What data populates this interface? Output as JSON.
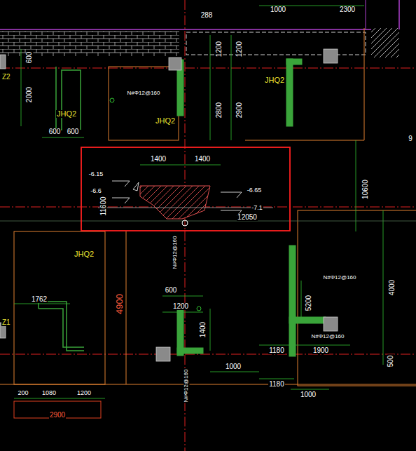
{
  "diagram": {
    "labels": [
      "288",
      "1000",
      "2300",
      "600",
      "2000",
      "JHQ2",
      "600",
      "600",
      "Z2",
      "1200",
      "1200",
      "N#Φ12@160",
      "JHQ2",
      "2800",
      "2900",
      "JHQ2",
      "10600",
      "9",
      "1400",
      "1400",
      "-6.15",
      "-6.6",
      "11600",
      "-6.65",
      "-7.1",
      "12050",
      "N#Φ12@160",
      "JHQ2",
      "N#Φ12@160",
      "4000",
      "1762",
      "4900",
      "600",
      "1200",
      "1400",
      "5200",
      "N#Φ12@160",
      "1180",
      "1900",
      "1000",
      "N#Φ12@160",
      "500",
      "1180",
      "1000",
      "200",
      "1080",
      "1200",
      "2900",
      "Z1"
    ]
  }
}
